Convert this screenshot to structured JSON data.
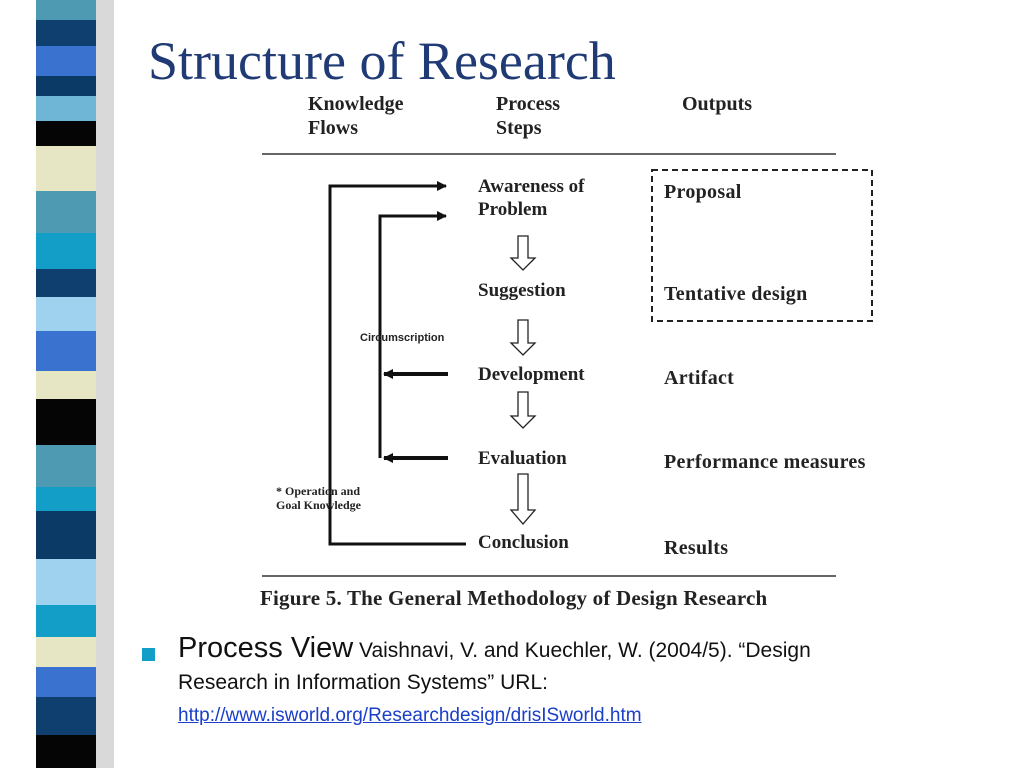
{
  "slide": {
    "title": "Structure of Research"
  },
  "diagram": {
    "headers": {
      "knowledge": [
        "Knowledge",
        "Flows"
      ],
      "process": [
        "Process",
        "Steps"
      ],
      "outputs": "Outputs"
    },
    "steps": [
      "Awareness of",
      "Problem",
      "Suggestion",
      "Development",
      "Evaluation",
      "Conclusion"
    ],
    "outputs": [
      "Proposal",
      "Tentative design",
      "Artifact",
      "Performance measures",
      "Results"
    ],
    "circumscription_label": "Circumscription",
    "operation_label": [
      "* Operation and",
      "Goal Knowledge"
    ],
    "caption": "Figure 5. The General Methodology of Design Research"
  },
  "bullet": {
    "lead": "Process View",
    "citation_line1": " Vaishnavi, V. and Kuechler, W. (2004/5). “Design",
    "citation_line2": "Research in Information Systems” URL:",
    "url": "http://www.isworld.org/Researchdesign/drisISworld.htm"
  },
  "colors": {
    "title": "#1f3a74",
    "bullet": "#139ec8",
    "link": "#1a3ec8"
  }
}
